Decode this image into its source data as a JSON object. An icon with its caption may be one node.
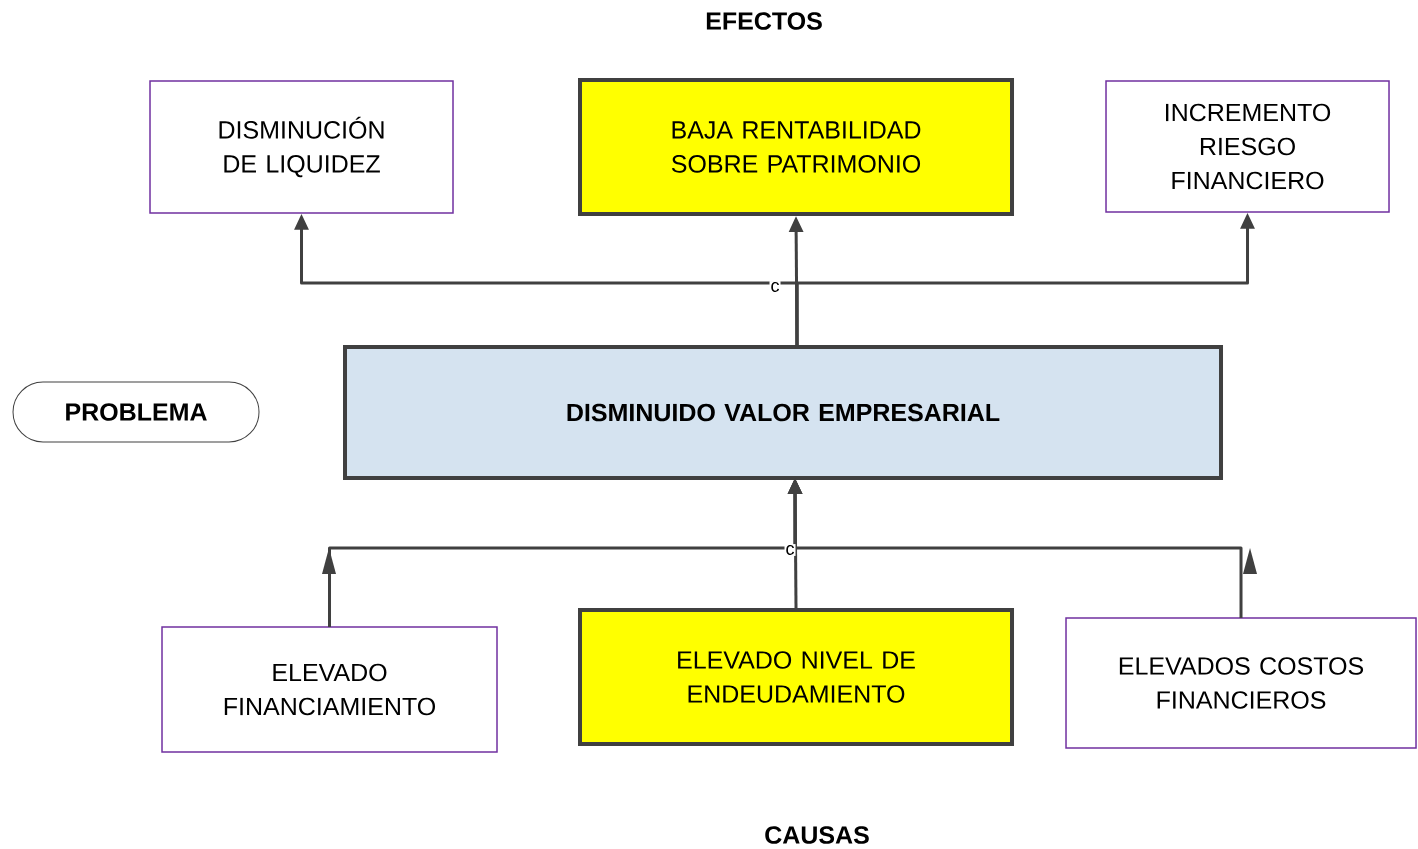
{
  "diagram": {
    "nodes": [
      {
        "text": [
          "DISMINUCIÓN DE LIQUIDEZ"
        ]
      },
      {
        "text": [
          "BAJA RENTABILIDAD SOBRE PATRIMONIO"
        ]
      },
      {
        "text": [
          "INCREMENTO RIESGO FINANCIERO"
        ]
      },
      {
        "text": [
          "PROBLEMA"
        ]
      },
      {
        "text": [
          "DISMINUIDO VALOR  EMPRESARIAL"
        ]
      },
      {
        "text": [
          "ELEVADO FINANCIAMIENTO"
        ]
      },
      {
        "text": [
          "ELEVADO NIVEL DE ENDEUDAMIENTO"
        ]
      },
      {
        "text": [
          "ELEVADOS COSTOS FINANCIEROS"
        ]
      }
    ],
    "edges": [
      {
        "from": 4,
        "to": 0,
        "arrow": "to"
      },
      {
        "from": 4,
        "to": 1,
        "arrow": "to"
      },
      {
        "from": 4,
        "to": 2,
        "arrow": "to"
      },
      {
        "from": 5,
        "to": 4,
        "arrow": "to"
      },
      {
        "from": 6,
        "to": 4,
        "arrow": "to"
      },
      {
        "from": 7,
        "to": 4,
        "arrow": "to"
      }
    ],
    "labels": [
      "EFECTOS",
      "c",
      "c",
      "CAUSAS"
    ]
  }
}
